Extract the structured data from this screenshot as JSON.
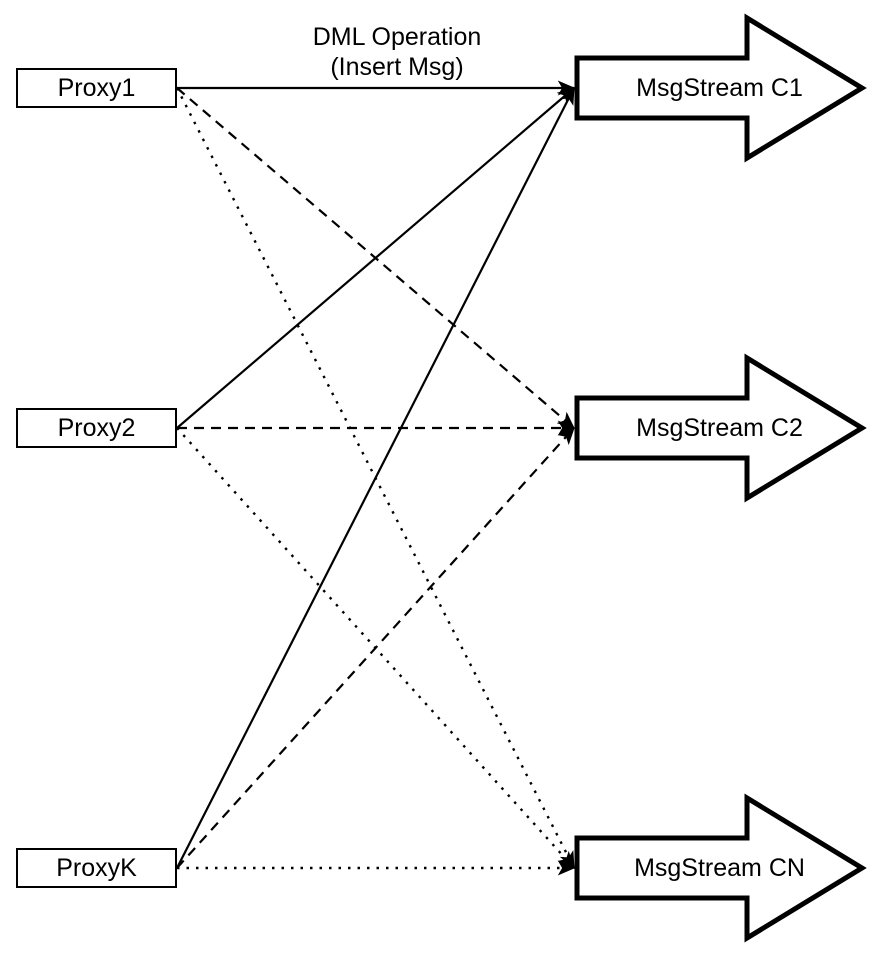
{
  "diagram": {
    "annotation": {
      "line1": "DML Operation",
      "line2": "(Insert Msg)"
    },
    "proxies": [
      {
        "id": "proxy1",
        "label": "Proxy1"
      },
      {
        "id": "proxy2",
        "label": "Proxy2"
      },
      {
        "id": "proxyk",
        "label": "ProxyK"
      }
    ],
    "streams": [
      {
        "id": "c1",
        "label": "MsgStream C1"
      },
      {
        "id": "c2",
        "label": "MsgStream C2"
      },
      {
        "id": "cn",
        "label": "MsgStream CN"
      }
    ],
    "edges": [
      {
        "from": "proxy1",
        "to": "c1",
        "style": "solid"
      },
      {
        "from": "proxy2",
        "to": "c1",
        "style": "solid"
      },
      {
        "from": "proxyk",
        "to": "c1",
        "style": "solid"
      },
      {
        "from": "proxy1",
        "to": "c2",
        "style": "dashed"
      },
      {
        "from": "proxy2",
        "to": "c2",
        "style": "dashed"
      },
      {
        "from": "proxyk",
        "to": "c2",
        "style": "dashed"
      },
      {
        "from": "proxy1",
        "to": "cn",
        "style": "dotted"
      },
      {
        "from": "proxy2",
        "to": "cn",
        "style": "dotted"
      },
      {
        "from": "proxyk",
        "to": "cn",
        "style": "dotted"
      }
    ],
    "colors": {
      "stroke": "#000000",
      "background": "#ffffff"
    }
  }
}
